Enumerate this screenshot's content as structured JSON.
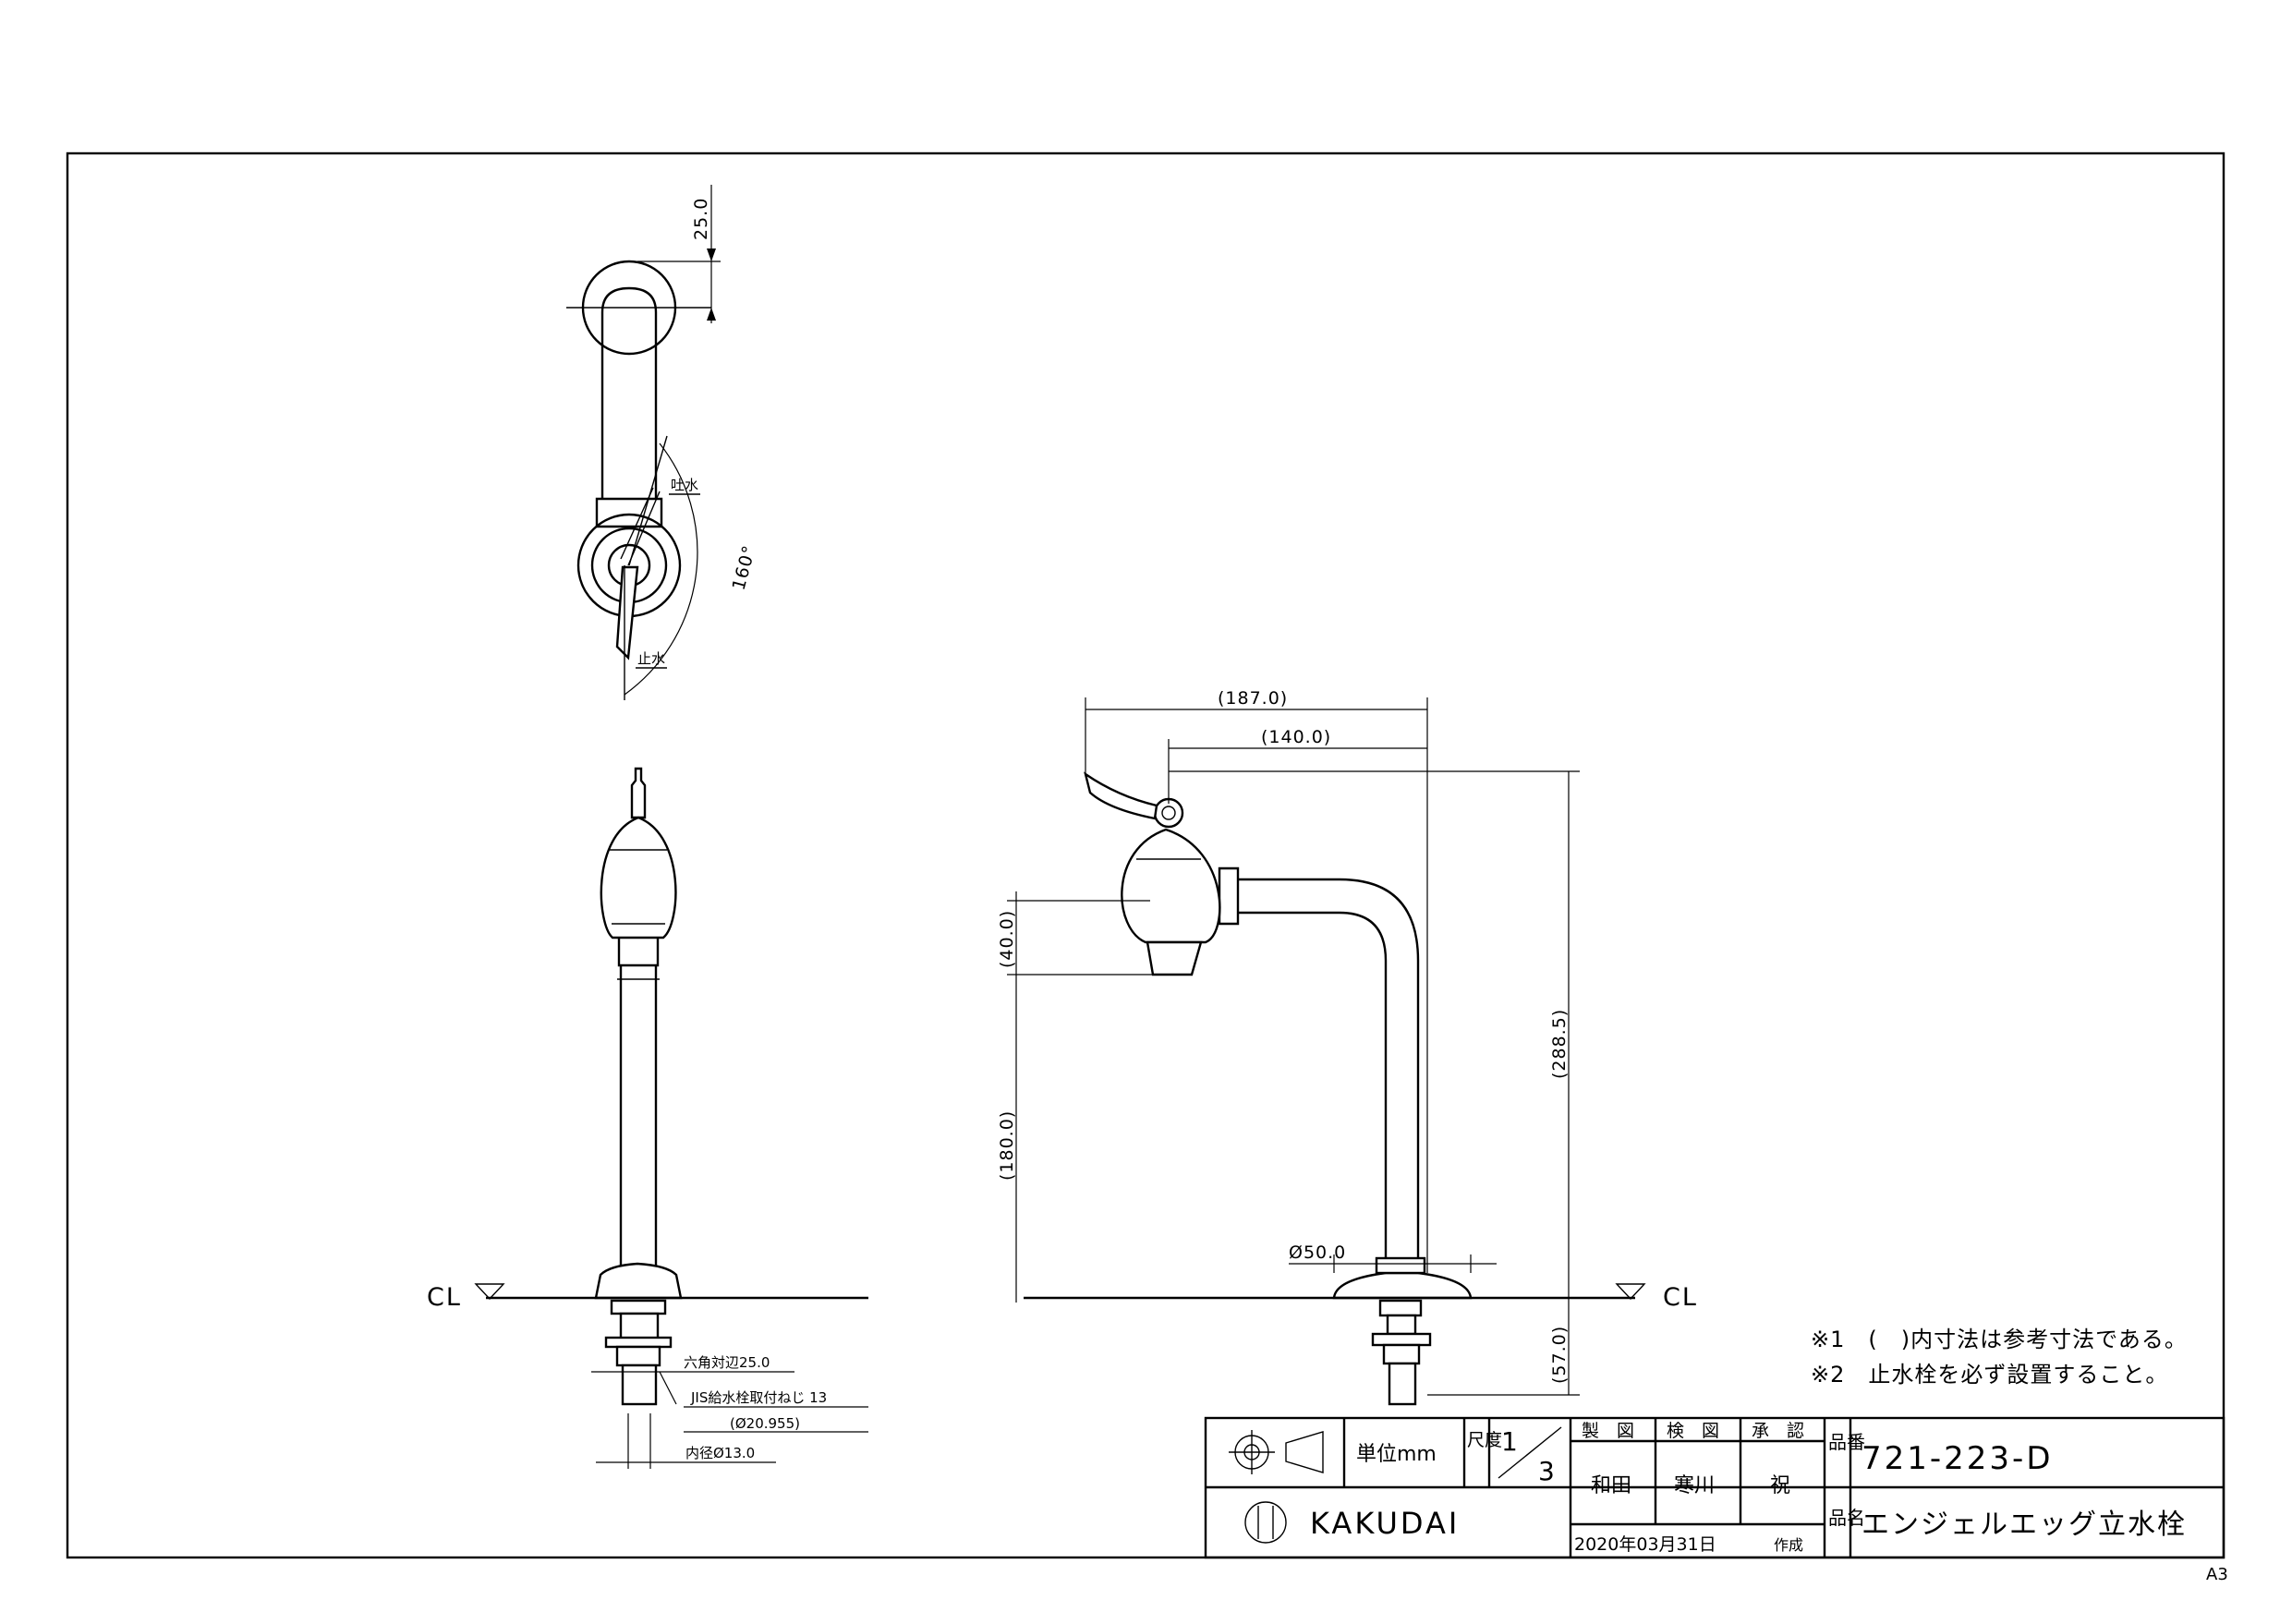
{
  "drawing": {
    "top_view": {
      "open_label": "吐水",
      "close_label": "止水",
      "angle": "160°",
      "dim_top": "25.0"
    },
    "front_view": {
      "cl_label": "CL",
      "hex_dim": "六角対辺25.0",
      "thread_label": "JIS給水栓取付ねじ 13",
      "thread_dia": "(Ø20.955)",
      "inner_dia": "内径Ø13.0"
    },
    "side_view": {
      "dim_187": "(187.0)",
      "dim_140": "(140.0)",
      "dim_40": "(40.0)",
      "dim_180": "(180.0)",
      "dim_288": "(288.5)",
      "dim_57": "(57.0)",
      "dim_50": "Ø50.0",
      "cl_label": "CL"
    }
  },
  "notes": [
    "※1　(　)内寸法は参考寸法である。",
    "※2　止水栓を必ず設置すること。"
  ],
  "title_block": {
    "unit_label": "単位mm",
    "scale_label": "尺度",
    "scale_num": "1",
    "scale_den": "3",
    "drawn_label": "製　図",
    "checked_label": "検　図",
    "approved_label": "承　認",
    "drawn_by": "和田",
    "checked_by": "寒川",
    "approved_by": "祝",
    "part_no_label": "品番",
    "part_no": "721-223-D",
    "part_name_label": "品名",
    "part_name": "エンジェルエッグ立水栓",
    "company": "KAKUDAI",
    "date": "2020年03月31日",
    "date_suffix": "作成"
  },
  "paper_size": "A3"
}
